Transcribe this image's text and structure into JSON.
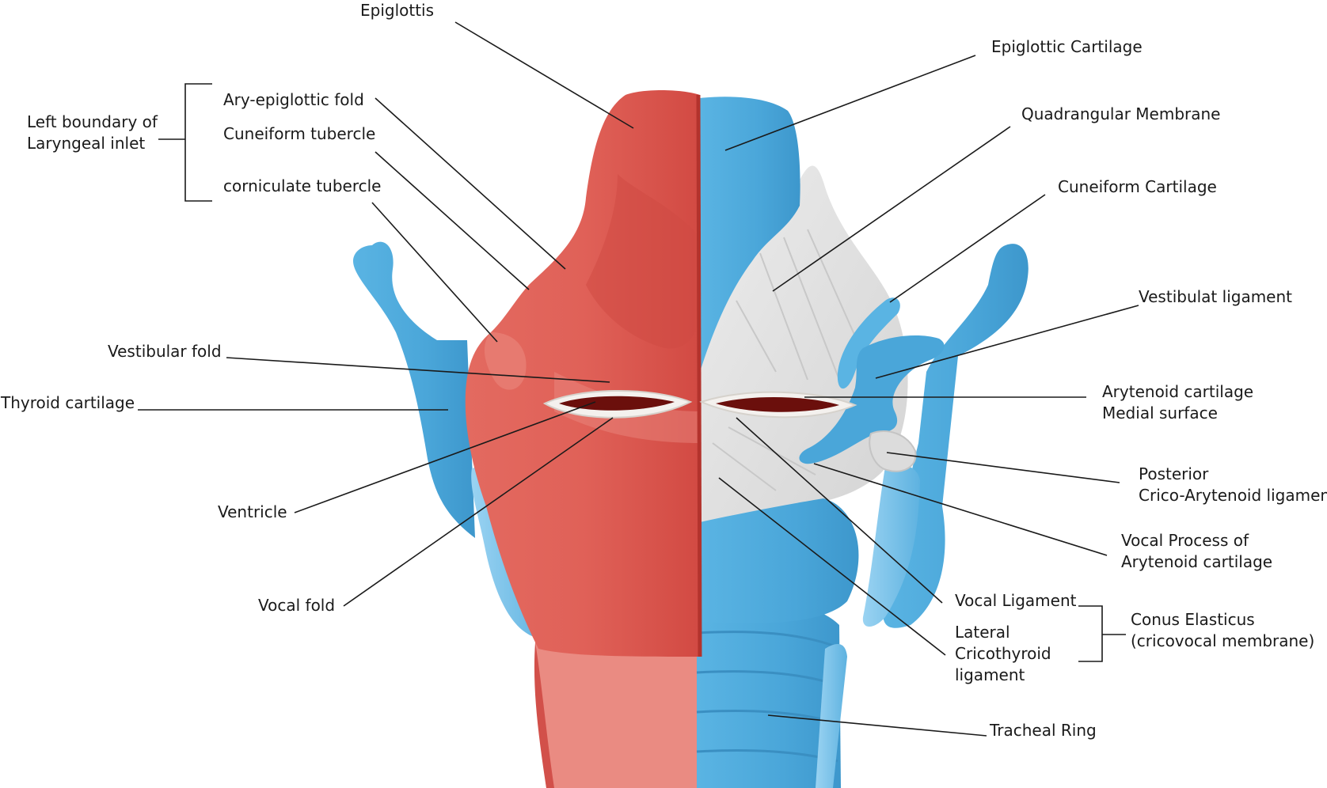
{
  "labels": {
    "epiglottis": "Epiglottis",
    "epiglottic_cartilage": "Epiglottic Cartilage",
    "quadrangular_membrane": "Quadrangular Membrane",
    "cuneiform_cartilage": "Cuneiform Cartilage",
    "vestibulat_ligament": "Vestibulat ligament",
    "arytenoid_medial": [
      "Arytenoid cartilage",
      "Medial surface"
    ],
    "posterior_crico_arytenoid": [
      "Posterior",
      "Crico-Arytenoid ligament"
    ],
    "vocal_process": [
      "Vocal Process of",
      "Arytenoid cartilage"
    ],
    "vocal_ligament": "Vocal Ligament",
    "lateral_cricothyroid": [
      "Lateral",
      "Cricothyroid",
      "ligament"
    ],
    "conus_elasticus": [
      "Conus Elasticus",
      "(cricovocal membrane)"
    ],
    "tracheal_ring": "Tracheal Ring",
    "left_boundary": [
      "Left boundary of",
      "Laryngeal inlet"
    ],
    "ary_epiglottic_fold": "Ary-epiglottic fold",
    "cuneiform_tubercle": "Cuneiform tubercle",
    "corniculate_tubercle": "corniculate tubercle",
    "vestibular_fold": "Vestibular fold",
    "thyroid_cartilage": "Thyroid cartilage",
    "ventricle": "Ventricle",
    "vocal_fold": "Vocal fold"
  },
  "colors": {
    "mucosa_red": "#de5a52",
    "mucosa_dark": "#c9403a",
    "cartilage_blue": "#4ba8db",
    "cartilage_light": "#8ecdf0",
    "membrane_grey": "#e2e2e2",
    "fold_white": "#f4f1ee",
    "slit_dark": "#6b0f0c",
    "leader_line": "#1a1a1a"
  }
}
